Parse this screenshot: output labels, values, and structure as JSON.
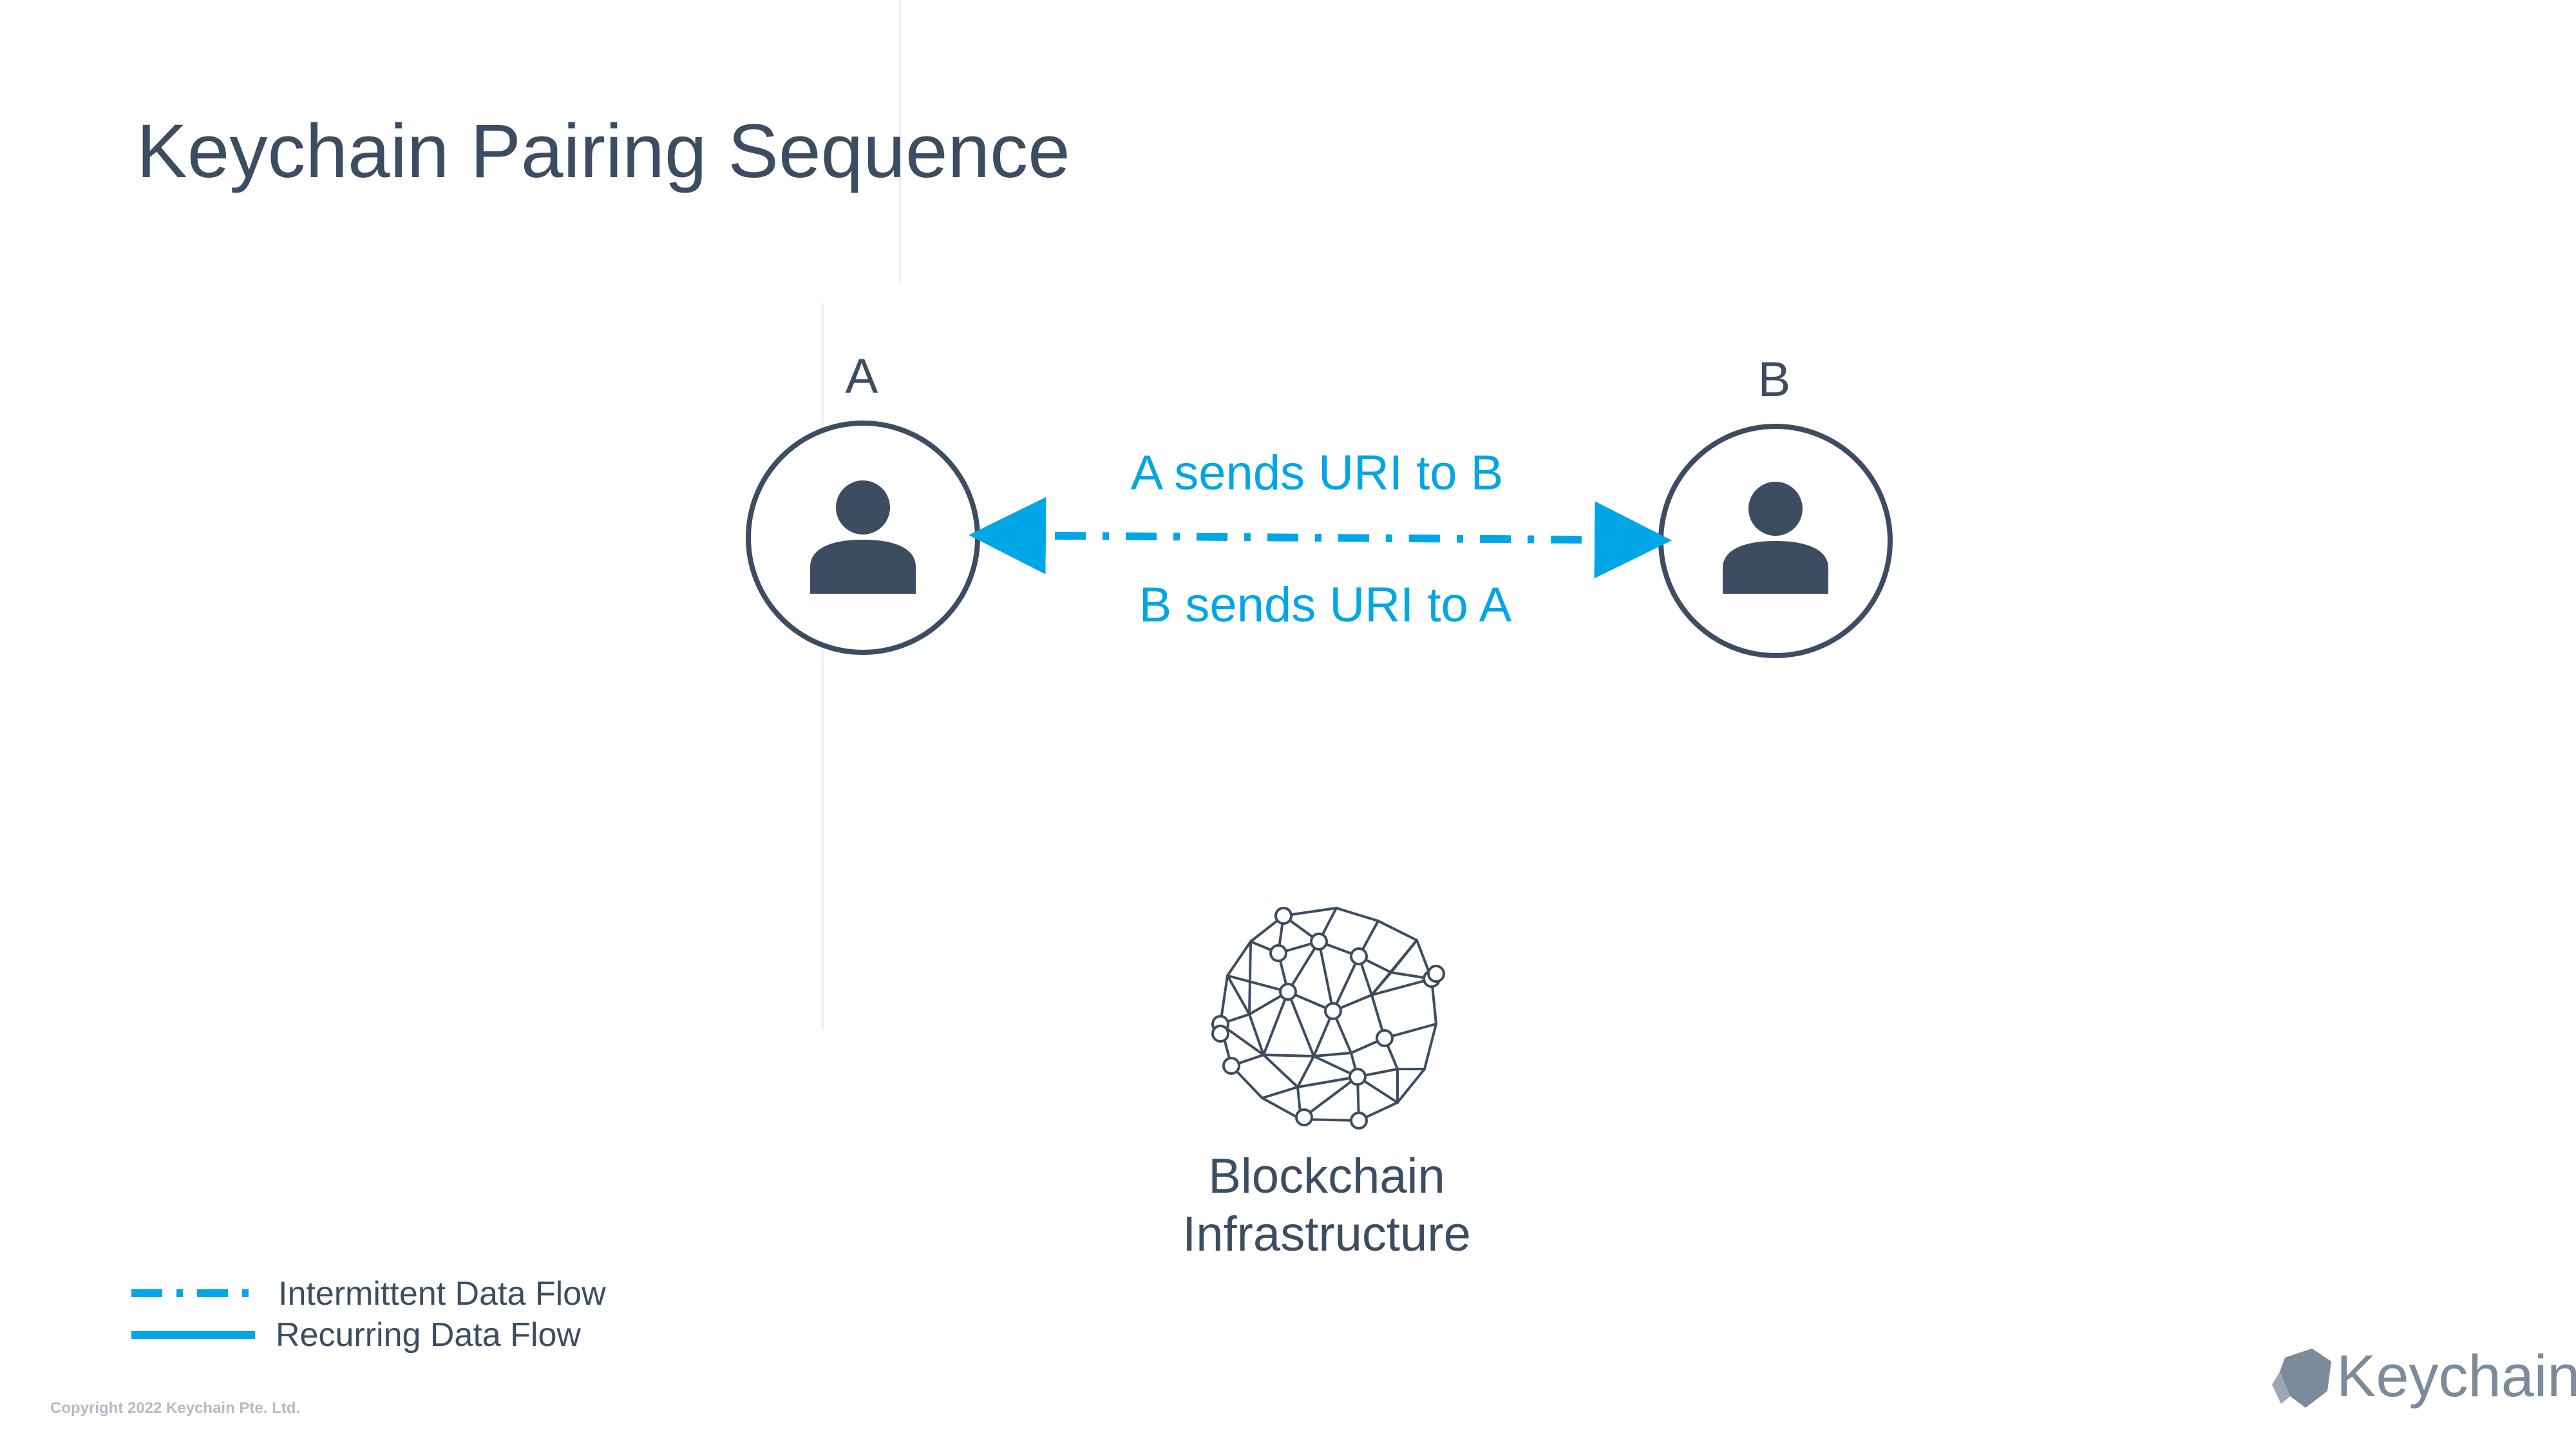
{
  "title": "Keychain Pairing Sequence",
  "nodes": {
    "a": {
      "label": "A"
    },
    "b": {
      "label": "B"
    }
  },
  "flow": {
    "top_label": "A sends URI to B",
    "bottom_label": "B sends URI to A"
  },
  "blockchain": {
    "line1": "Blockchain",
    "line2": "Infrastructure"
  },
  "legend": {
    "intermittent": "Intermittent Data Flow",
    "recurring": "Recurring Data Flow"
  },
  "footer": {
    "copyright": "Copyright 2022 Keychain Pte. Ltd.",
    "brand": "Keychain"
  },
  "colors": {
    "ink": "#3d4d61",
    "accent": "#00a6e6",
    "muted": "#8a96a3",
    "guide": "#f0f2f4"
  },
  "icons": {
    "person": "user-icon",
    "network": "network-globe-icon",
    "logo": "keychain-logo-icon"
  }
}
